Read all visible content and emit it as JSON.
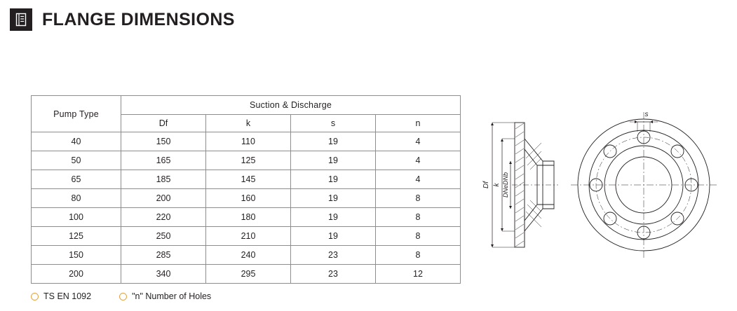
{
  "header": {
    "icon": "document-list-icon",
    "title": "FLANGE DIMENSIONS"
  },
  "table": {
    "group_header": "Suction & Discharge",
    "type_header": "Pump Type",
    "columns": [
      "Df",
      "k",
      "s",
      "n"
    ],
    "rows": [
      {
        "type": "40",
        "Df": "150",
        "k": "110",
        "s": "19",
        "n": "4"
      },
      {
        "type": "50",
        "Df": "165",
        "k": "125",
        "s": "19",
        "n": "4"
      },
      {
        "type": "65",
        "Df": "185",
        "k": "145",
        "s": "19",
        "n": "4"
      },
      {
        "type": "80",
        "Df": "200",
        "k": "160",
        "s": "19",
        "n": "8"
      },
      {
        "type": "100",
        "Df": "220",
        "k": "180",
        "s": "19",
        "n": "8"
      },
      {
        "type": "125",
        "Df": "250",
        "k": "210",
        "s": "19",
        "n": "8"
      },
      {
        "type": "150",
        "Df": "285",
        "k": "240",
        "s": "23",
        "n": "8"
      },
      {
        "type": "200",
        "Df": "340",
        "k": "295",
        "s": "23",
        "n": "12"
      }
    ]
  },
  "legend": [
    {
      "marker": "circle-outline-icon",
      "label": "TS EN 1092"
    },
    {
      "marker": "circle-outline-icon",
      "label": "\"n\" Number of Holes"
    }
  ],
  "drawing": {
    "labels": {
      "section_df": "Df",
      "section_k": "k",
      "section_dn": "DNeDNb",
      "top_s": "s"
    },
    "colors": {
      "line": "#231f20",
      "accent": "#e8a33d"
    }
  }
}
